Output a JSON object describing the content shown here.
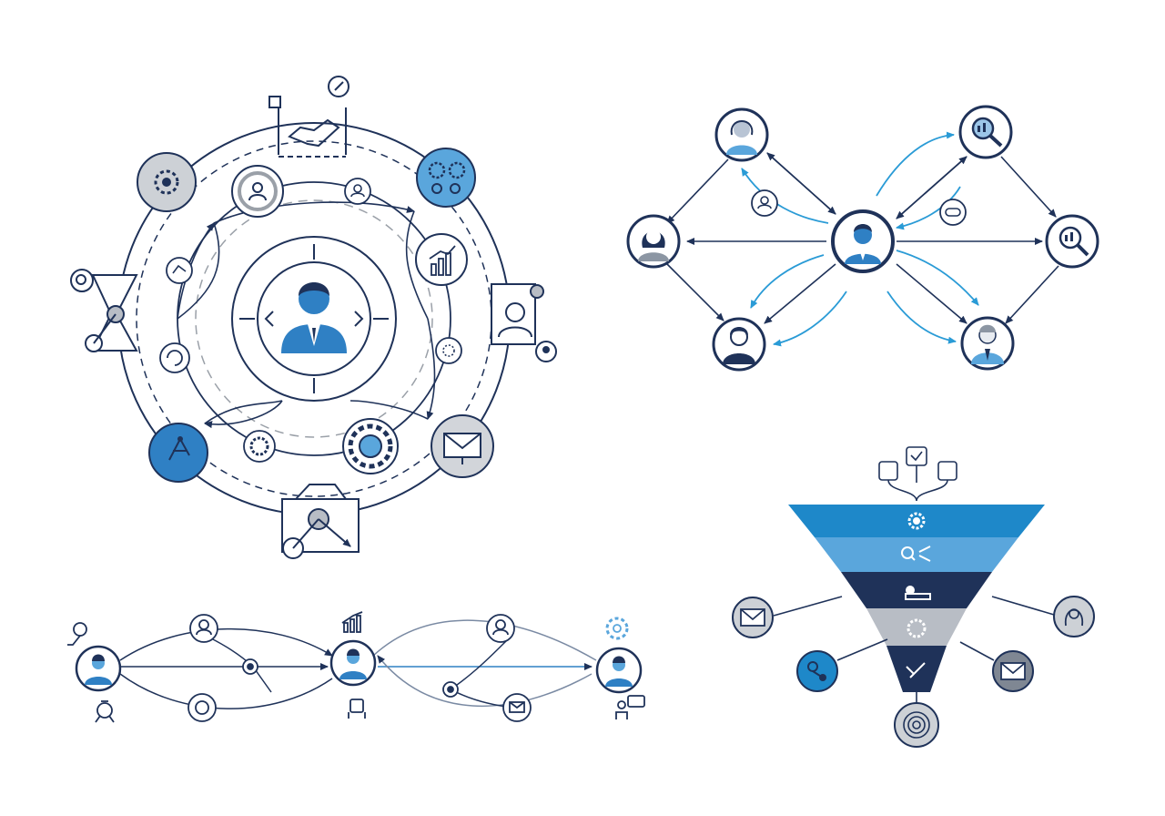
{
  "colors": {
    "navy": "#1f3259",
    "blue": "#2f80c4",
    "sky": "#3aa0d6",
    "lightBlue": "#5aa6dc",
    "paleBlue": "#9cc6e8",
    "grey": "#b8bdc5",
    "lightGrey": "#d8dbe0",
    "white": "#ffffff"
  },
  "diagrams": {
    "radial_hub": {
      "center": "person-icon",
      "outer_nodes": [
        "gear-icon",
        "gears-icon",
        "bar-chart-icon",
        "envelope-icon",
        "gear-cog-icon",
        "compass-icon",
        "person-target-icon",
        "search-icon"
      ],
      "edge_icons": [
        "handshake-icon",
        "portrait-frame-icon",
        "network-share-icon",
        "filter-search-icon"
      ]
    },
    "butterfly_network": {
      "center": "person-icon",
      "nodes": [
        "woman-avatar",
        "search-chart-icon",
        "woman-avatar",
        "search-chart-icon",
        "man-avatar",
        "man-avatar"
      ]
    },
    "funnel": {
      "levels": [
        {
          "icon": "gear-icon",
          "color": "#1e88c9"
        },
        {
          "icon": "search-share-icon",
          "color": "#5aa6dc"
        },
        {
          "icon": "tools-icon",
          "color": "#1f3259"
        },
        {
          "icon": "gear-icon",
          "color": "#b8bdc5"
        },
        {
          "icon": "handshake-icon",
          "color": "#1f3259"
        }
      ],
      "side_nodes": [
        "envelope-icon",
        "network-icon",
        "woman-avatar",
        "envelope-icon",
        "fingerprint-icon"
      ]
    },
    "timeline_flow": {
      "main_nodes": [
        "person-icon",
        "person-icon",
        "person-icon"
      ],
      "minor_nodes": [
        "person-icon",
        "person-icon",
        "chat-icon",
        "envelope-icon",
        "gear-icon",
        "bar-chart-icon"
      ]
    }
  }
}
